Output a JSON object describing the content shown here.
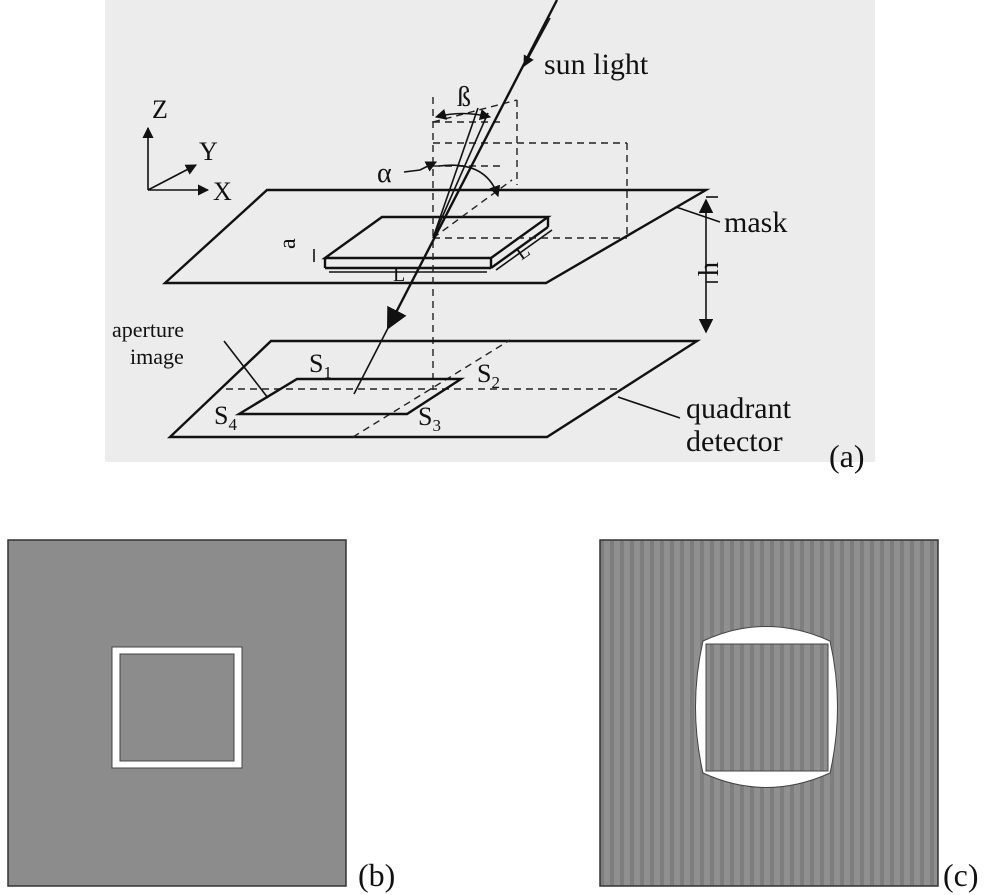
{
  "panel_a": {
    "tag": "(a)",
    "axes": {
      "z": "Z",
      "y": "Y",
      "x": "X"
    },
    "sun_light": "sun light",
    "beta": "ß",
    "alpha": "α",
    "a": "a",
    "L_front": "L",
    "L_side": "L",
    "mask": "mask",
    "h": "h",
    "aperture_1": "aperture",
    "aperture_2": "image",
    "s1": "S",
    "s1_sub": "1",
    "s2": "S",
    "s2_sub": "2",
    "s3": "S",
    "s3_sub": "3",
    "s4": "S",
    "s4_sub": "4",
    "quadrant_1": "quadrant",
    "quadrant_2": "detector"
  },
  "panel_b": {
    "tag": "(b)"
  },
  "panel_c": {
    "tag": "(c)"
  },
  "colors": {
    "panel_a_background": "#ececec",
    "detector_gray": "#8c8c8c",
    "stripe_dark": "#7e7e7e",
    "line": "#111111"
  }
}
